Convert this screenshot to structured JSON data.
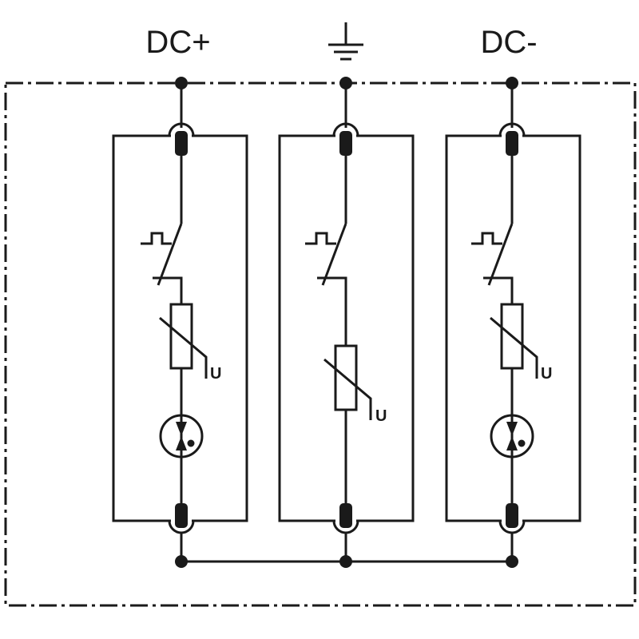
{
  "terminals": [
    {
      "label": "DC+",
      "symbol": null
    },
    {
      "label": "",
      "symbol": "ground-icon"
    },
    {
      "label": "DC-",
      "symbol": null
    }
  ],
  "modules": [
    {
      "varistor_label": "U",
      "has_gas_discharge_tube": true
    },
    {
      "varistor_label": "U",
      "has_gas_discharge_tube": false
    },
    {
      "varistor_label": "U",
      "has_gas_discharge_tube": true
    }
  ],
  "colors": {
    "line": "#1a1a1a",
    "background": "#ffffff"
  }
}
